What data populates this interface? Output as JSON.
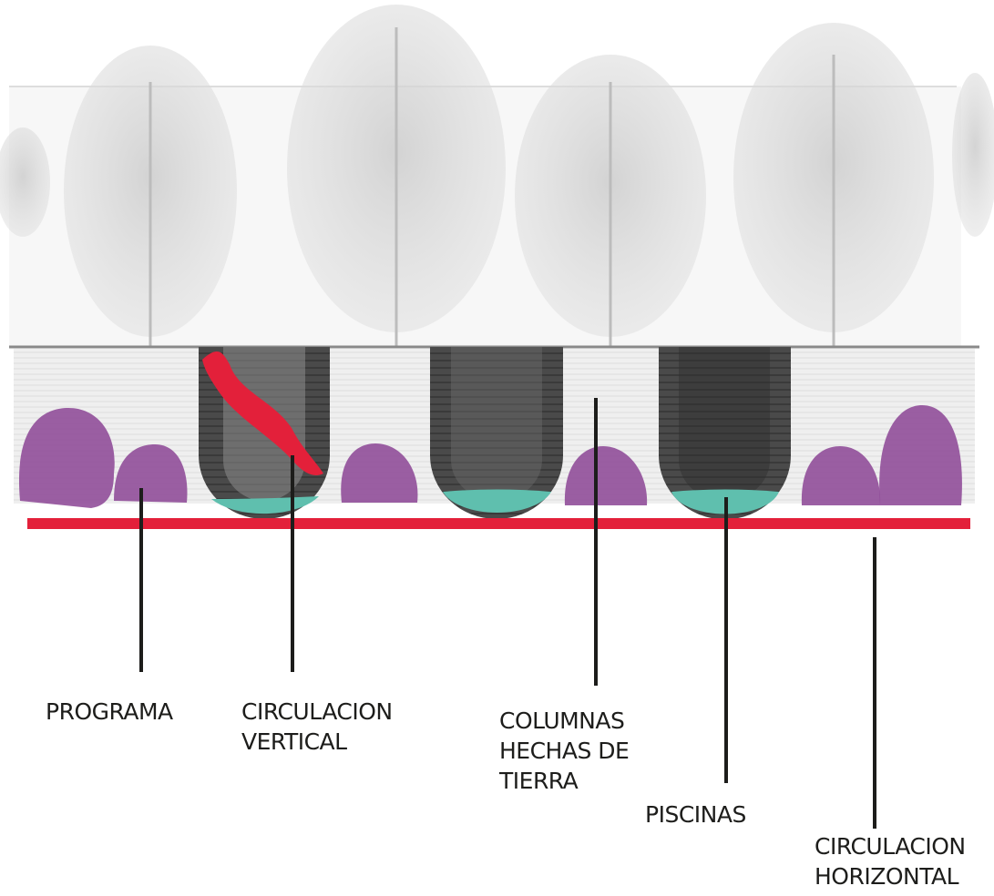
{
  "colors": {
    "programa": "#8e4a97",
    "circulacion_vertical": "#e3203a",
    "circulacion_horizontal": "#e3203a",
    "piscinas": "#5fbfae",
    "column_dark": "#3b3b3b",
    "trees": "#c9c9c9",
    "leader_lines": "#1d1d1b"
  },
  "labels": {
    "programa": [
      "PROGRAMA"
    ],
    "circulacion_vertical": [
      "CIRCULACION",
      "VERTICAL"
    ],
    "columnas": [
      "COLUMNAS",
      "HECHAS DE",
      "TIERRA"
    ],
    "piscinas": [
      "PISCINAS"
    ],
    "circulacion_horizontal": [
      "CIRCULACION",
      "HORIZONTAL"
    ]
  }
}
